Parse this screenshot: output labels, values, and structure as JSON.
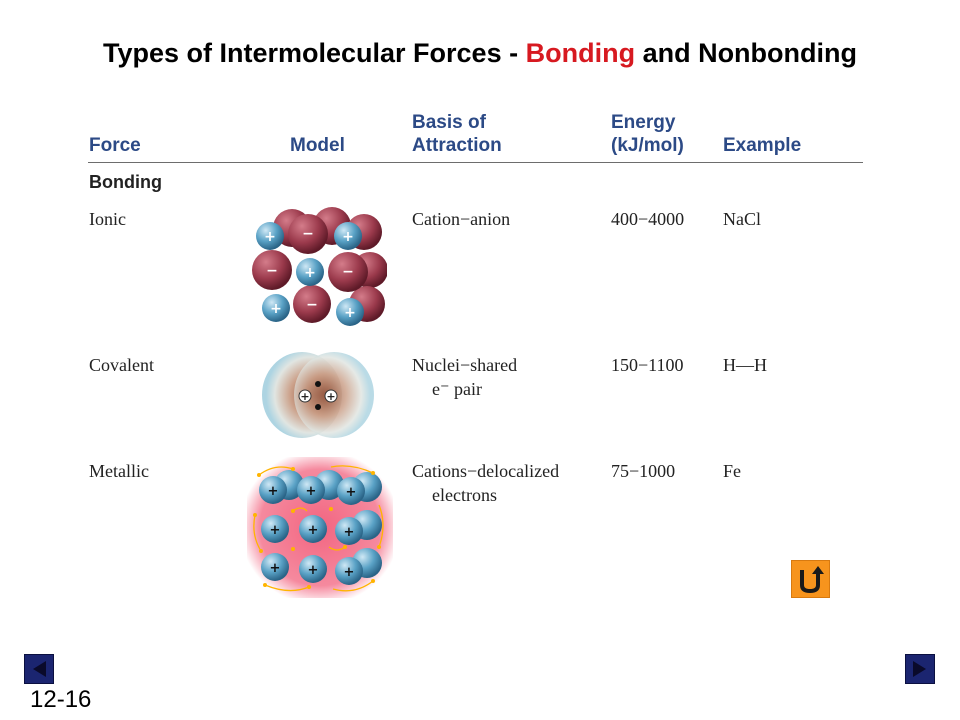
{
  "title": {
    "part1": "Types of Intermolecular Forces - ",
    "highlight": "Bonding",
    "part2": " and Nonbonding",
    "highlight_color": "#d71920"
  },
  "table": {
    "headers": {
      "force": "Force",
      "model": "Model",
      "basis_line1": "Basis of",
      "basis_line2": "Attraction",
      "energy_line1": "Energy",
      "energy_line2": "(kJ/mol)",
      "example": "Example"
    },
    "section": "Bonding",
    "rows": [
      {
        "force": "Ionic",
        "basis_line1": "Cation−anion",
        "basis_line2": "",
        "energy": "400−4000",
        "example": "NaCl",
        "model_icon": "ionic-lattice-icon"
      },
      {
        "force": "Covalent",
        "basis_line1": "Nuclei−shared",
        "basis_line2": "e⁻ pair",
        "energy": "150−1100",
        "example": "H—H",
        "model_icon": "covalent-bond-icon"
      },
      {
        "force": "Metallic",
        "basis_line1": "Cations−delocalized",
        "basis_line2": "electrons",
        "energy": "75−1000",
        "example": "Fe",
        "model_icon": "metallic-lattice-icon"
      }
    ]
  },
  "colors": {
    "header_text": "#2c4a86",
    "anion": "#9b3a4c",
    "cation": "#5aa2c6",
    "electron_glow": "#f04a6a",
    "electron": "#ffb400",
    "home_button": "#f7941d",
    "nav_button": "#1b2570"
  },
  "icons": {
    "home": "return-arrow-icon",
    "prev": "previous-slide-icon",
    "next": "next-slide-icon"
  },
  "slide_number": "12-16"
}
